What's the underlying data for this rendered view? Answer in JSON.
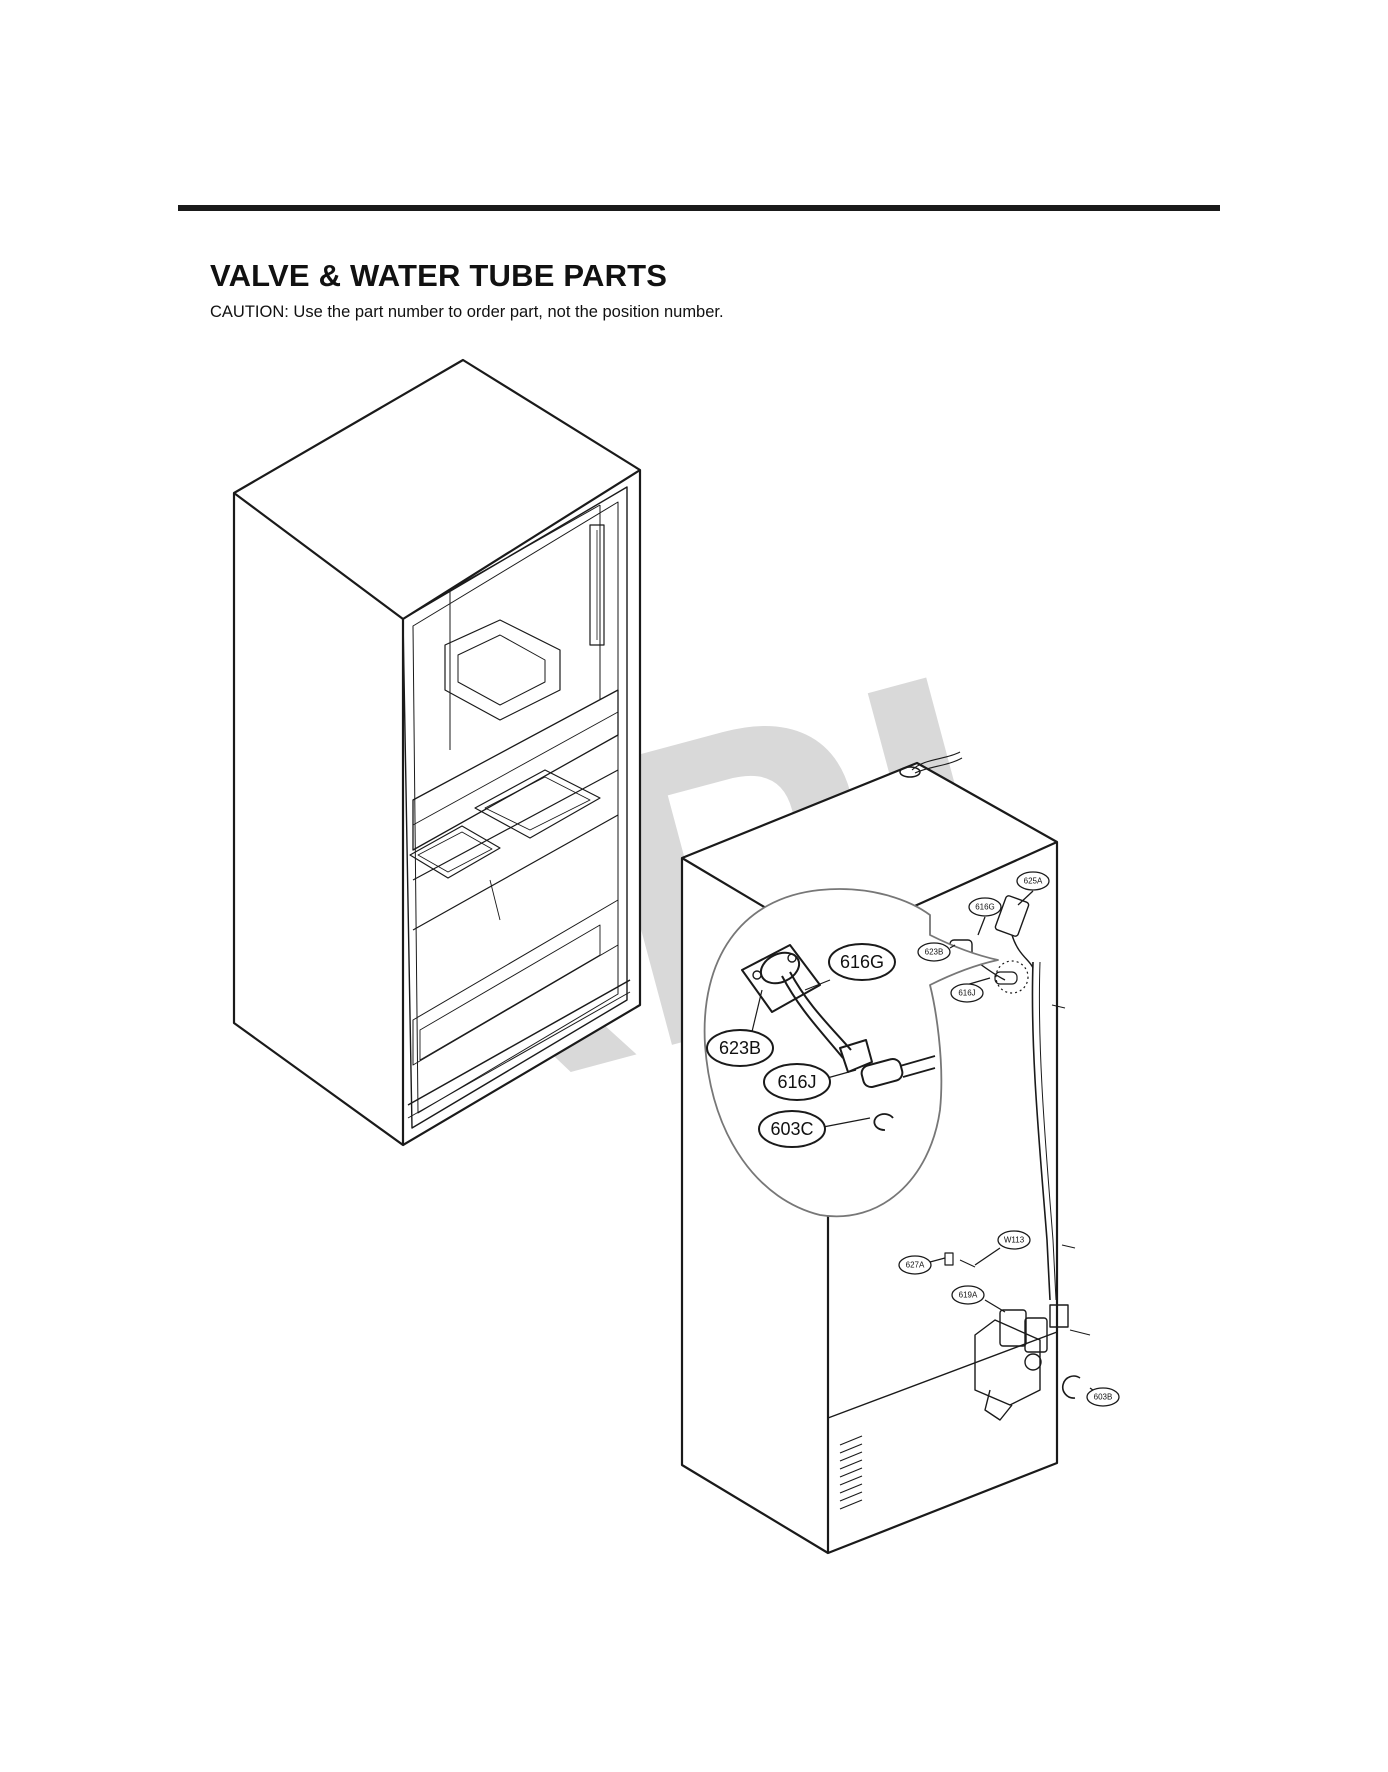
{
  "page": {
    "title": "VALVE & WATER TUBE PARTS",
    "caution": "CAUTION: Use the part number to order part, not the position number.",
    "watermark": "RPI"
  },
  "callouts": {
    "detail": [
      "616G",
      "623B",
      "616J",
      "603C"
    ],
    "main": [
      "625A",
      "616G",
      "623B",
      "616J",
      "W113",
      "627A",
      "619A",
      "603B"
    ]
  }
}
